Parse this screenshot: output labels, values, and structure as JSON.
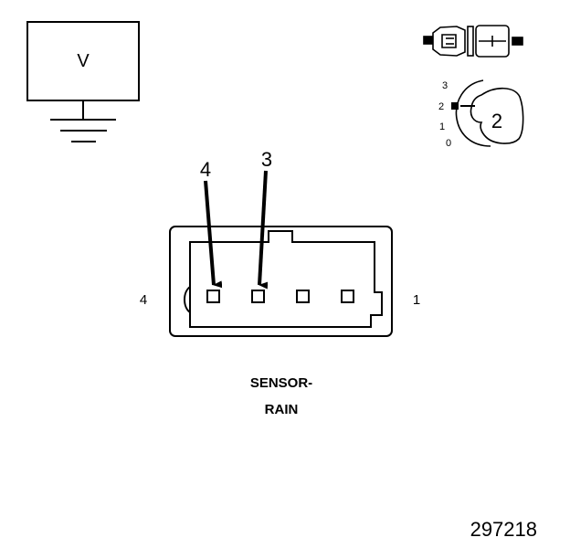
{
  "meter": {
    "symbol": "V"
  },
  "key_switch": {
    "positions": [
      "3",
      "2",
      "1",
      "0"
    ],
    "selected_position": "2"
  },
  "connector": {
    "callout_pin_a": "4",
    "callout_pin_b": "3",
    "side_left_pin": "4",
    "side_right_pin": "1"
  },
  "component": {
    "name_line1": "SENSOR-",
    "name_line2": "RAIN"
  },
  "figure_id": "297218"
}
